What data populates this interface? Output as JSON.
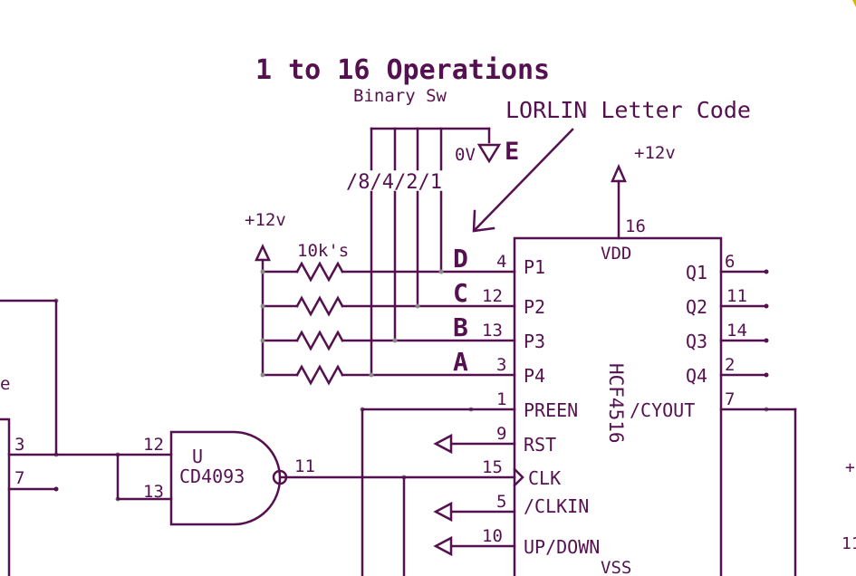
{
  "title": "1 to 16 Operations",
  "switch": {
    "name": "Binary Sw",
    "weights": "/8/4/2/1",
    "ground": "0V",
    "common": "E"
  },
  "callout": "LORLIN Letter Code",
  "resistors": {
    "label": "10k's",
    "supply": "+12v"
  },
  "data_inputs": [
    {
      "letter": "D",
      "pin": "4",
      "name": "P1"
    },
    {
      "letter": "C",
      "pin": "12",
      "name": "P2"
    },
    {
      "letter": "B",
      "pin": "13",
      "name": "P3"
    },
    {
      "letter": "A",
      "pin": "3",
      "name": "P4"
    }
  ],
  "counter": {
    "part": "HCF4516",
    "vdd_label": "VDD",
    "vdd_pin": "16",
    "vdd_supply": "+12v",
    "vss_label": "VSS",
    "left_pins": [
      {
        "pin": "1",
        "name": "PREEN"
      },
      {
        "pin": "9",
        "name": "RST"
      },
      {
        "pin": "15",
        "name": "CLK"
      },
      {
        "pin": "5",
        "name": "/CLKIN"
      },
      {
        "pin": "10",
        "name": "UP/DOWN"
      }
    ],
    "right_pins": [
      {
        "pin": "6",
        "name": "Q1"
      },
      {
        "pin": "11",
        "name": "Q2"
      },
      {
        "pin": "14",
        "name": "Q3"
      },
      {
        "pin": "2",
        "name": "Q4"
      },
      {
        "pin": "7",
        "name": "/CYOUT"
      }
    ]
  },
  "gate": {
    "ref": "U",
    "part": "CD4093",
    "in1": "12",
    "in2": "13",
    "out": "11"
  },
  "left_chip": {
    "pin_a": "3",
    "pin_b": "7",
    "edge_text": "e"
  },
  "right_edge": {
    "text_a": "+",
    "text_b": "11"
  },
  "colors": {
    "ink": "#55114f",
    "junction": "#8a8a8a",
    "background": "#ffffff",
    "marker": "#d4b800"
  }
}
